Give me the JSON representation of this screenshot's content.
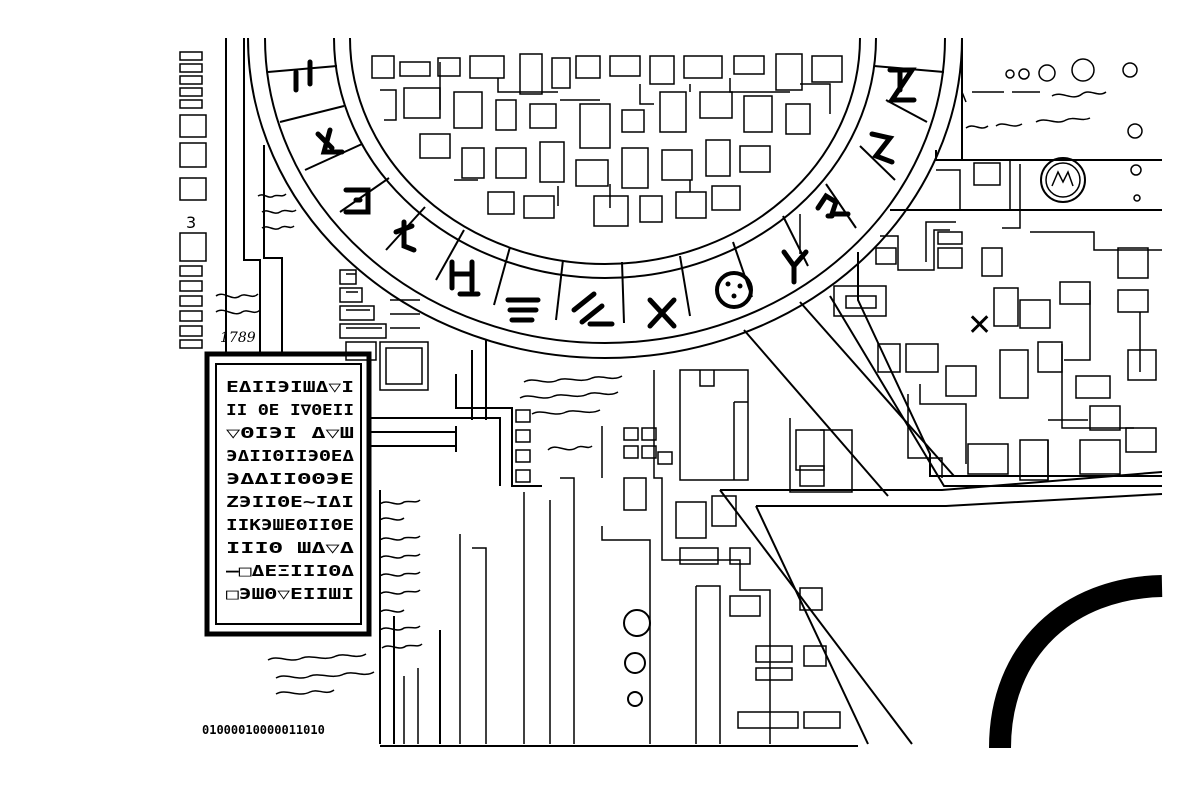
{
  "palette": {
    "ink": "#000000",
    "paper": "#ffffff"
  },
  "left_page_number": "3",
  "year_mark": "1789",
  "binary_string": "01000010000011010",
  "x_mark": "✕",
  "tablet_rows": [
    "ЕΔIIЭIШΔ▽I",
    "II ΘΕ I∇ΘΕII",
    "▽ΘIЭI Δ▽Ш",
    "ЭΔIIΘIIЭΘΕΔ",
    "ЭΔΔIIΘΘЭΕ",
    "ZЭIIΘΕ~IΔI",
    "IIΚЭШΕΘIIΘΕ",
    "IIIΘ ШΔ▽Δ",
    "–□ΔΕΞIIIΘΔ",
    "□ЭШΘ▽ΕIIШI"
  ],
  "ring_glyphs": [
    "ㄷ",
    "ㄴ",
    "∃",
    "ㅓ",
    "Ⅎ",
    "≡",
    "⫽",
    "✕",
    "⊙",
    "⅄",
    "ᐳ",
    "Z",
    "Ƨ"
  ]
}
